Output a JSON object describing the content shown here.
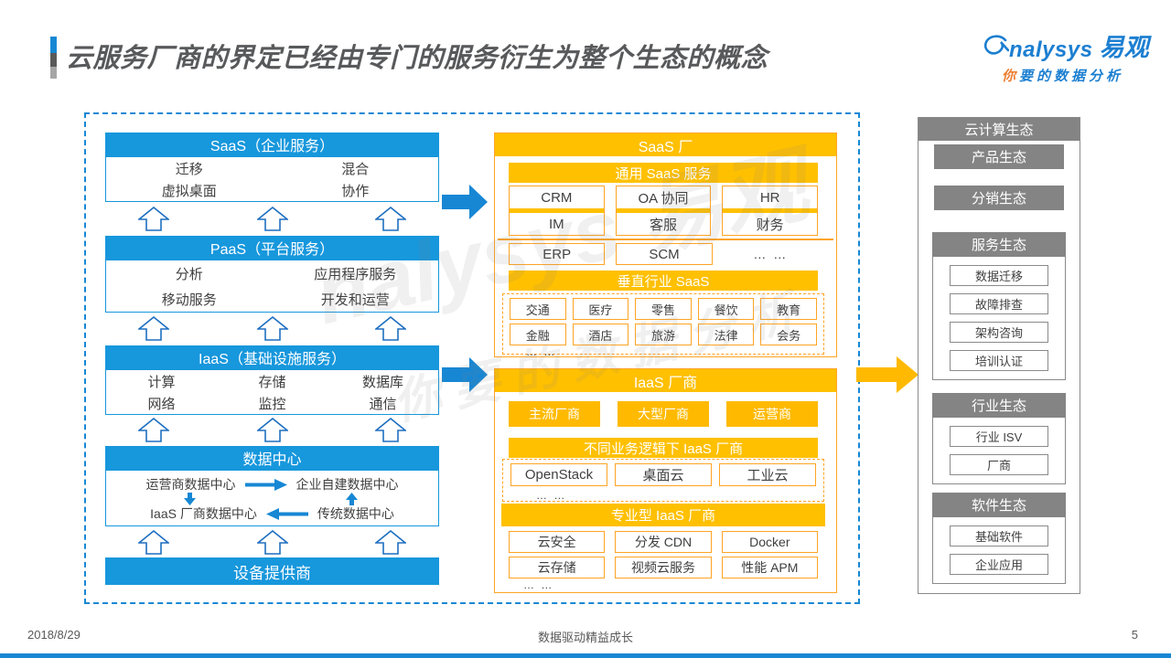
{
  "slide": {
    "title": "云服务厂商的界定已经由专门的服务衍生为整个生态的概念",
    "footer": {
      "date": "2018/8/29",
      "slogan": "数据驱动精益成长",
      "page_number": "5"
    }
  },
  "logo": {
    "brand_latin": "nalysys",
    "brand_cn": "易观",
    "tagline_accent": "你",
    "tagline_rest": "要的数据分析"
  },
  "watermark": {
    "line1": "nalysys 易观",
    "line2": "你要的数据分析"
  },
  "left_stack": {
    "saas": {
      "title": "SaaS（企业服务）",
      "items": [
        "迁移",
        "混合",
        "虚拟桌面",
        "协作"
      ]
    },
    "paas": {
      "title": "PaaS（平台服务）",
      "items": [
        "分析",
        "应用程序服务",
        "移动服务",
        "开发和运营"
      ]
    },
    "iaas": {
      "title": "IaaS（基础设施服务）",
      "items": [
        "计算",
        "存储",
        "数据库",
        "网络",
        "监控",
        "通信"
      ]
    },
    "datacenter": {
      "title": "数据中心",
      "top_left": "运营商数据中心",
      "top_right": "企业自建数据中心",
      "bottom_left": "IaaS 厂商数据中心",
      "bottom_right": "传统数据中心"
    },
    "device_provider": "设备提供商"
  },
  "saas_vendor": {
    "title": "SaaS 厂",
    "general": {
      "title": "通用 SaaS 服务",
      "col1": [
        "CRM",
        "IM"
      ],
      "col2": [
        "OA 协同",
        "客服"
      ],
      "col3": [
        "HR",
        "财务"
      ],
      "extra": [
        "ERP",
        "SCM"
      ],
      "ellipsis": "… …"
    },
    "vertical": {
      "title": "垂直行业 SaaS",
      "row1": [
        "交通",
        "医疗",
        "零售",
        "餐饮",
        "教育"
      ],
      "row2": [
        "金融",
        "酒店",
        "旅游",
        "法律",
        "会务"
      ],
      "ellipsis": "… …"
    }
  },
  "iaas_vendor": {
    "title": "IaaS 厂商",
    "types": [
      "主流厂商",
      "大型厂商",
      "运营商"
    ],
    "logic": {
      "title": "不同业务逻辑下 IaaS 厂商",
      "items": [
        "OpenStack",
        "桌面云",
        "工业云"
      ],
      "ellipsis": "… …"
    },
    "special": {
      "title": "专业型 IaaS 厂商",
      "row1": [
        "云安全",
        "分发 CDN",
        "Docker"
      ],
      "row2": [
        "云存储",
        "视频云服务",
        "性能 APM"
      ],
      "ellipsis": "… …"
    }
  },
  "ecosystem": {
    "title": "云计算生态",
    "simple": [
      "产品生态",
      "分销生态"
    ],
    "groups": [
      {
        "title": "服务生态",
        "items": [
          "数据迁移",
          "故障排查",
          "架构咨询",
          "培训认证"
        ]
      },
      {
        "title": "行业生态",
        "items": [
          "行业 ISV",
          "厂商"
        ]
      },
      {
        "title": "软件生态",
        "items": [
          "基础软件",
          "企业应用"
        ]
      }
    ]
  },
  "colors": {
    "blue": "#1797DC",
    "blue_arrow": "#1787D4",
    "orange_fill": "#FFC000",
    "orange_border": "#FFA425",
    "gray_fill": "#848484",
    "text_dark": "#3F3F3F"
  }
}
